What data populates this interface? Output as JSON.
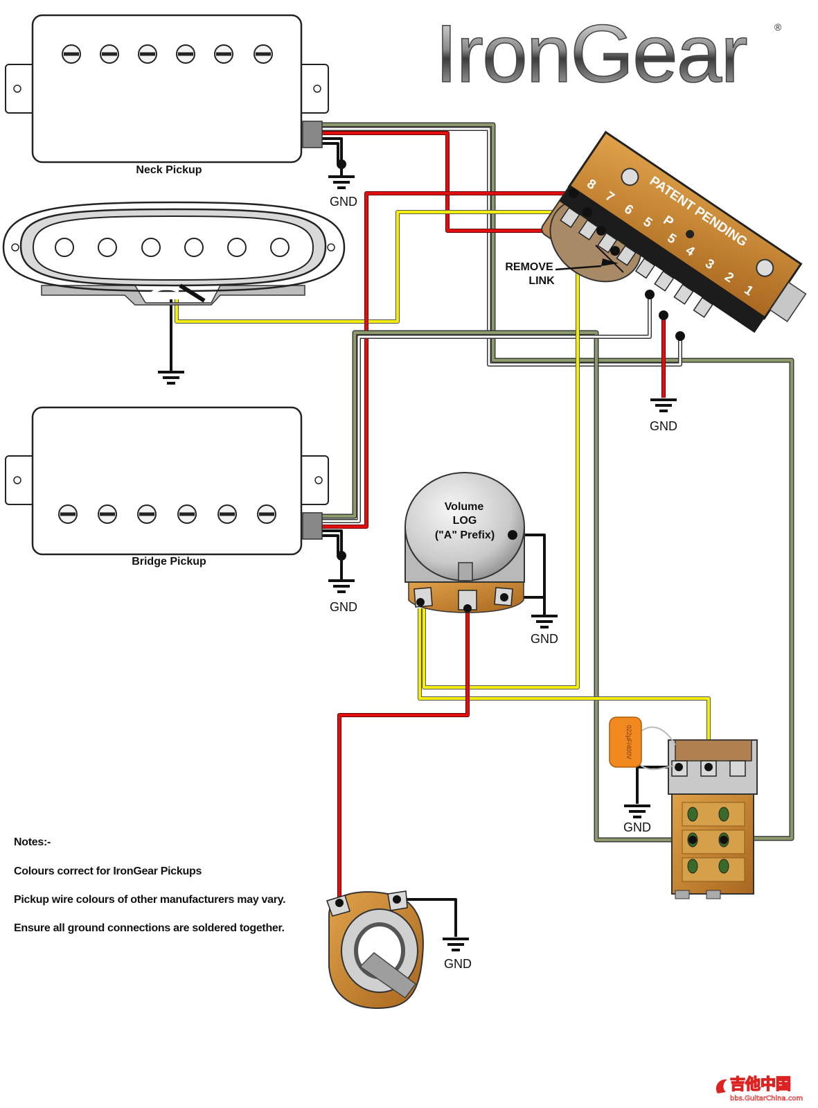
{
  "brand": {
    "name": "IronGear",
    "registered": "®"
  },
  "pickups": {
    "neck": "Neck Pickup",
    "bridge": "Bridge Pickup"
  },
  "gnd": "GND",
  "switch": {
    "patent": "PATENT PENDING",
    "remove_link": [
      "REMOVE",
      "LINK"
    ],
    "lugs": [
      "8",
      "7",
      "6",
      "5",
      "P",
      "5",
      "4",
      "3",
      "2",
      "1"
    ]
  },
  "volume": {
    "line1": "Volume",
    "line2": "LOG",
    "line3": "(\"A\" Prefix)"
  },
  "capacitor": "022µF/400V",
  "notes": {
    "title": "Notes:-",
    "items": [
      "Colours correct for IronGear Pickups",
      "Pickup wire colours of other manufacturers may vary.",
      "Ensure all ground connections are soldered together."
    ]
  },
  "watermark": {
    "chinese": "吉他中国",
    "url": "bbs.GuitarChina.com"
  },
  "colors": {
    "red": "#e01010",
    "yellow": "#f2ee10",
    "olive": "#7d8a5e",
    "white": "#ffffff",
    "black": "#111111",
    "tan": "#c98a3a"
  }
}
